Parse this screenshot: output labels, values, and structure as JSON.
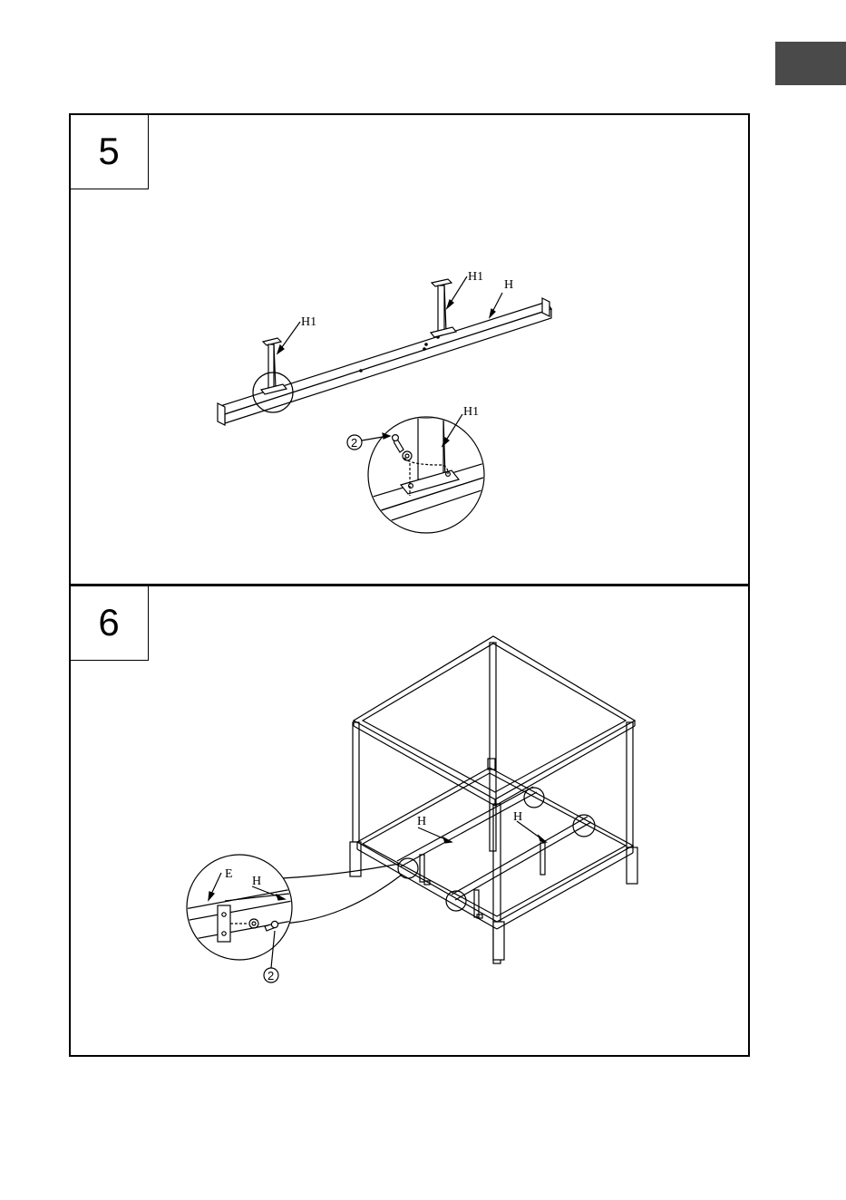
{
  "steps": [
    {
      "number": "5",
      "labels": {
        "h1_left": "H1",
        "h1_right": "H1",
        "h": "H",
        "h1_detail": "H1"
      },
      "part_callout": "2"
    },
    {
      "number": "6",
      "labels": {
        "h_left": "H",
        "h_right": "H",
        "e_detail": "E",
        "h_detail": "H"
      },
      "part_callout": "2"
    }
  ]
}
